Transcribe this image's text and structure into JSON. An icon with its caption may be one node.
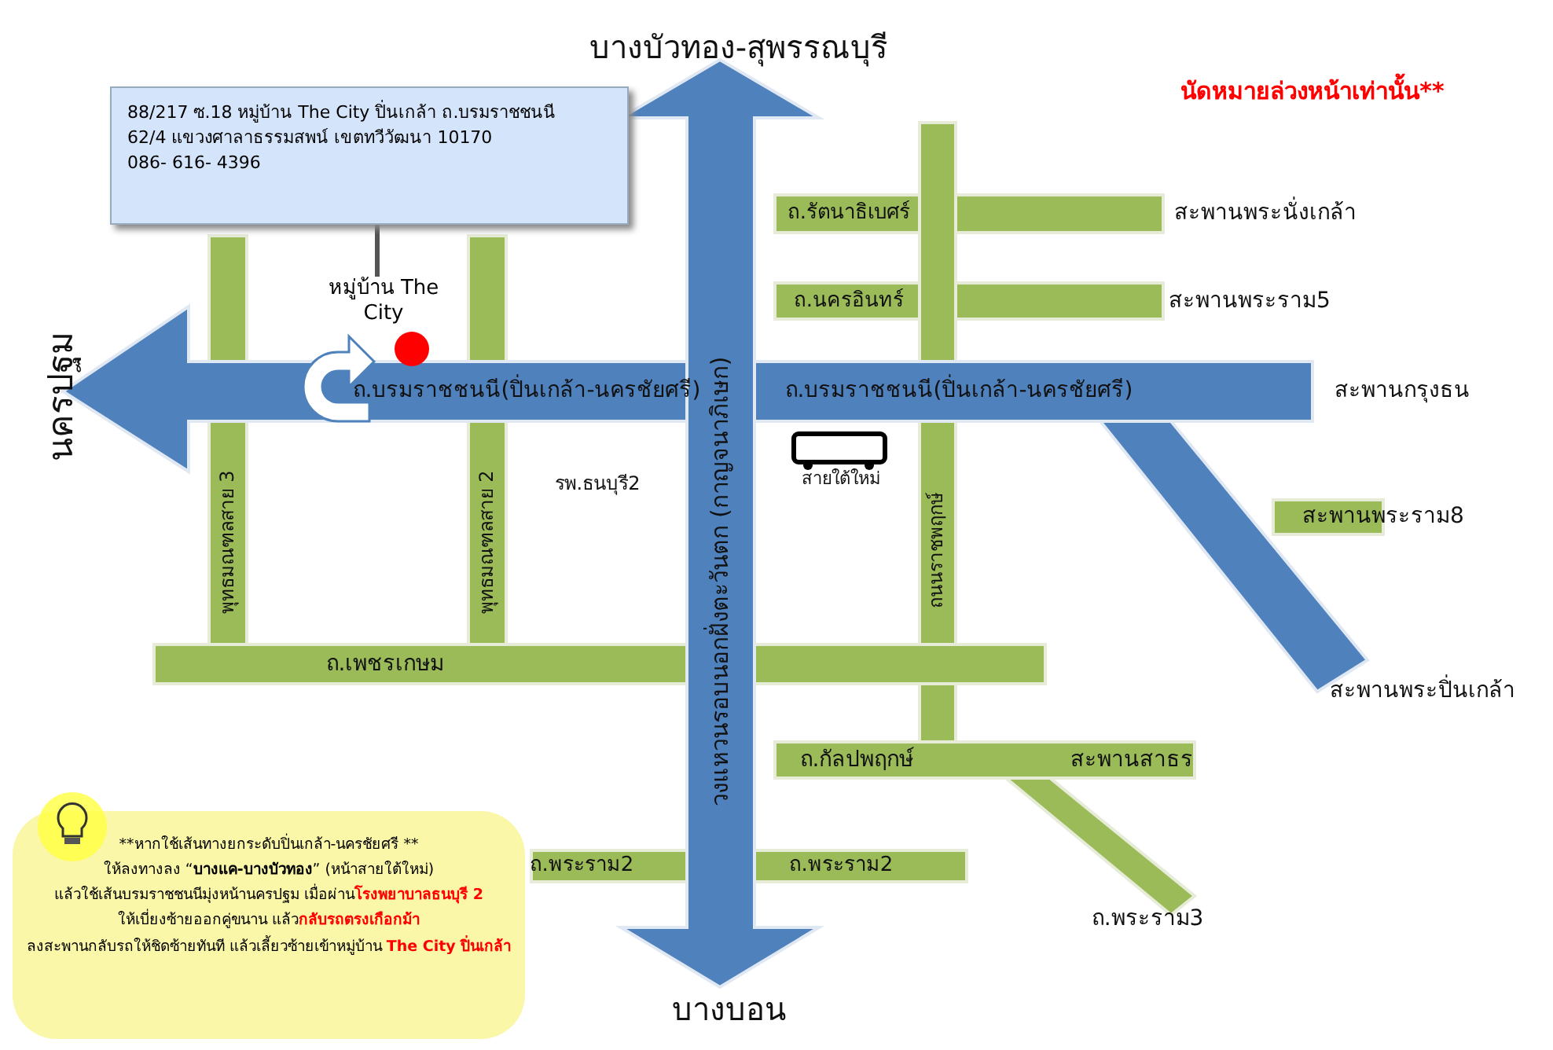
{
  "diagram": {
    "nodes": [
      {
        "text": [
          "88/217 ซ.18 หมู่บ้าน The City ปิ่นเกล้า ถ.บรมราชชนนี 62/4 แขวงศาลาธรรมสพน์ เขตทวีวัฒนา 10170",
          "086- 616- 4396"
        ]
      },
      {
        "text": [
          "หมู่บ้าน The City"
        ]
      },
      {
        "text": [
          "**หากใช้เส้นทางยกระดับปิ่นเกล้า-นครชัยศรี **",
          "ให้ลงทางลง “**บางแค-บางบัวทอง**” (หน้าสายใต้ใหม่)",
          "แล้วใช้เส้นบรมราชชนนีมุ่งหน้านครปฐม เมื่อผ่าน**โรงพยาบาลธนบุรี 2**",
          "ให้เบี่ยงซ้ายออกคู่ขนาน แล้ว**กลับรถตรงเกือกม้า**",
          "ลงสะพานกลับรถให้ชิดซ้ายทันที แล้วเลี้ยวซ้ายเข้าหมู่บ้าน **The City ปิ่นเกล้า**"
        ]
      }
    ],
    "edges": [
      {
        "from": 0,
        "to": 1,
        "arrow": "none"
      }
    ],
    "labels": [
      "บางบัวทอง-สุพรรณบุรี",
      "นัดหมายล่วงหน้าเท่านั้น**",
      "ถ.รัตนาธิเบศร์",
      "สะพานพระนั่งเกล้า",
      "ถ.นครอินทร์",
      "สะพานพระราม5",
      "นครปฐม",
      "ถ.บรมราชชนนี(ปิ่นเกล้า-นครชัยศรี)",
      "ถ.บรมราชชนนี(ปิ่นเกล้า-นครชัยศรี)",
      "สะพานกรุงธน",
      "วงแหวนรอบนอกฝั่งตะวันตก (กาญจนาภิเษก)",
      "รพ.ธนบุรี2",
      "สายใต้ใหม่",
      "สะพานพระราม8",
      "พุทธมณฑลสาย 3",
      "พุทธมณฑลสาย 2",
      "ถนนราชพฤกษ์",
      "สะพานพระปิ่นเกล้า",
      "ถ.เพชรเกษม",
      "ถ.กัลปพฤกษ์",
      "สะพานสาธร",
      "ถ.พระราม2",
      "ถ.พระราม2",
      "ถ.พระราม3",
      "บางบอน"
    ]
  }
}
